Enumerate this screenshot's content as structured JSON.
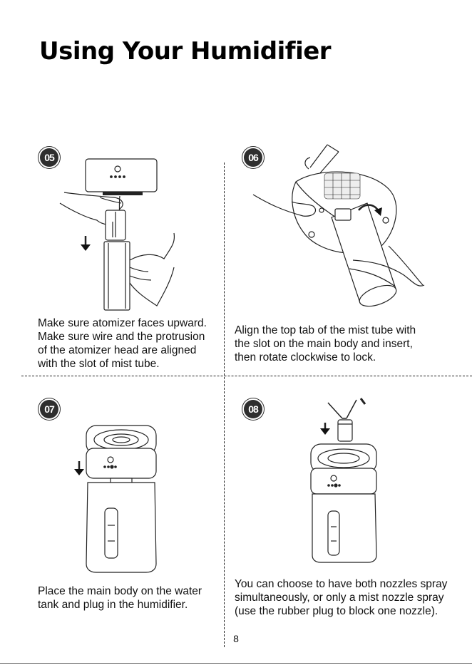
{
  "page": {
    "title": "Using Your Humidifier",
    "page_number": "8"
  },
  "steps": [
    {
      "number": "05",
      "lines": [
        "Make sure atomizer faces upward.",
        "Make sure wire and the protrusion",
        "of the atomizer head are aligned",
        "with the slot of mist tube."
      ]
    },
    {
      "number": "06",
      "lines": [
        "Align the top tab of the mist tube with",
        "the slot on the main body and insert,",
        "then rotate clockwise to lock."
      ]
    },
    {
      "number": "07",
      "lines": [
        "Place the main body on the water",
        "tank and plug in the humidifier."
      ]
    },
    {
      "number": "08",
      "lines": [
        "You can choose to have both nozzles spray",
        "simultaneously, or only a mist nozzle spray",
        "(use the rubber plug to block one nozzle)."
      ]
    }
  ],
  "icons": {
    "arrow": "down-arrow-icon",
    "rotate": "clockwise-arrow-icon"
  }
}
